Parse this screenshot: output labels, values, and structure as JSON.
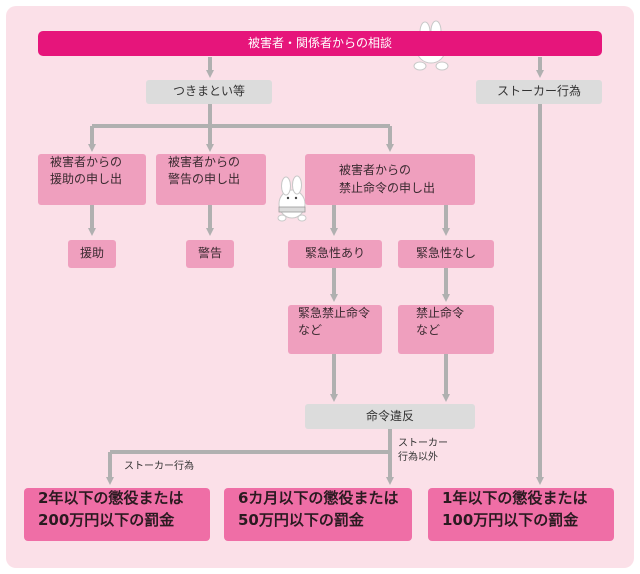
{
  "top_banner": "被害者・関係者からの相談",
  "nodes": {
    "tsukimatoi": "つきまとい等",
    "stalker_act": "ストーカー行為",
    "assist_request": [
      "被害者からの",
      "援助の申し出"
    ],
    "warning_request": [
      "被害者からの",
      "警告の申し出"
    ],
    "prohibit_request": [
      "被害者からの",
      "禁止命令の申し出"
    ],
    "assist": "援助",
    "warning": "警告",
    "urgent": "緊急性あり",
    "not_urgent": "緊急性なし",
    "emergency_order": [
      "緊急禁止命令",
      "など"
    ],
    "prohibit_order": [
      "禁止命令",
      "など"
    ],
    "violation": "命令違反"
  },
  "edge_labels": {
    "stalker_branch": "ストーカー行為",
    "non_stalker_branch": [
      "ストーカー",
      "行為以外"
    ]
  },
  "penalties": {
    "p1": [
      "2年以下の懲役または",
      "200万円以下の罰金"
    ],
    "p2": [
      "6カ月以下の懲役または",
      "50万円以下の罰金"
    ],
    "p3": [
      "1年以下の懲役または",
      "100万円以下の罰金"
    ]
  },
  "colors": {
    "panel": "#fbe0e8",
    "banner": "#e6157b",
    "grey_box": "#dcdcdc",
    "pink_box": "#ef9fbe",
    "penalty_box": "#ef6ea6",
    "arrow": "#b0b0b0"
  },
  "icons": [
    "bunny-icon",
    "bunny-icon"
  ]
}
